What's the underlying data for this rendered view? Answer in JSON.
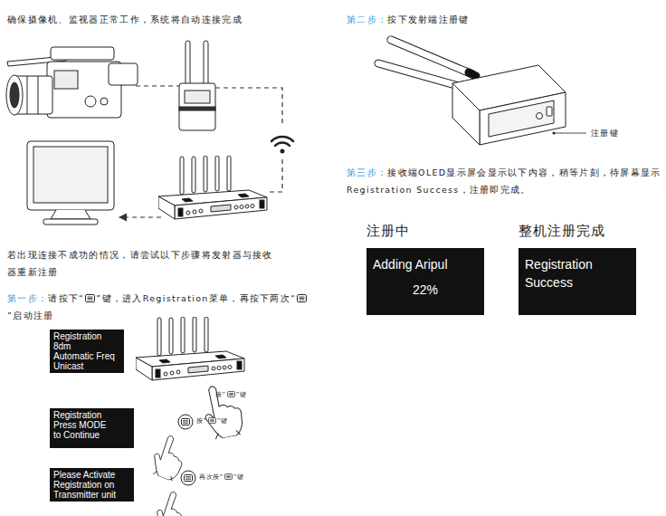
{
  "diagram": {
    "nodes": [
      {
        "text": [
          "Registration",
          "8dm",
          "Automatic Freq",
          "Unicast"
        ]
      },
      {
        "text": [
          "Registration Press MODE to Continue"
        ]
      },
      {
        "text": [
          "Please Activate Registration on Transmitter unit"
        ]
      },
      {
        "text": [
          "注册中",
          "Adding Aripul",
          "22%"
        ]
      },
      {
        "text": [
          "整机注册完成",
          "Registration Success"
        ]
      }
    ],
    "labels": [
      "确保摄像机、监视器正常工作，系统将自动连接完成",
      "若出现连接不成功的情况，请尝试以下步骤将发射器与接收器重新注册",
      "第一步：",
      "请按下“",
      "”键，进入Registration菜单，再按下两次“",
      "”启动注册",
      "按“",
      "”键",
      "按“",
      "”键",
      "再次按“",
      "”键",
      "第二步：",
      "按下发射端注册键",
      "注册键",
      "第三步：",
      "接收端OLED显示屏会显示以下内容，稍等片刻，待屏幕显示Registration Success，注册即完成。"
    ]
  }
}
